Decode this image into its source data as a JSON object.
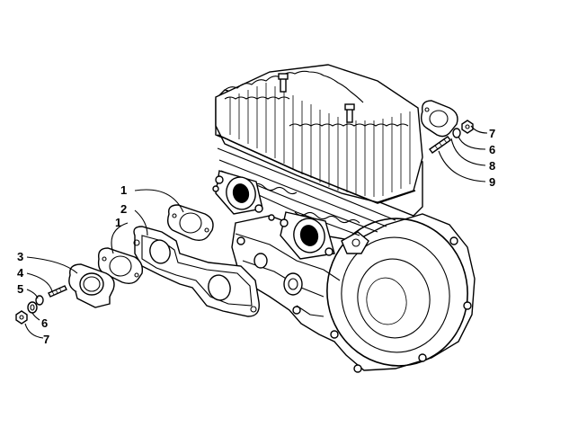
{
  "callouts": {
    "left": [
      {
        "label": "1"
      },
      {
        "label": "2"
      },
      {
        "label": "1"
      },
      {
        "label": "3"
      },
      {
        "label": "4"
      },
      {
        "label": "5"
      },
      {
        "label": "6"
      },
      {
        "label": "7"
      }
    ],
    "right": [
      {
        "label": "7"
      },
      {
        "label": "6"
      },
      {
        "label": "8"
      },
      {
        "label": "9"
      }
    ]
  }
}
